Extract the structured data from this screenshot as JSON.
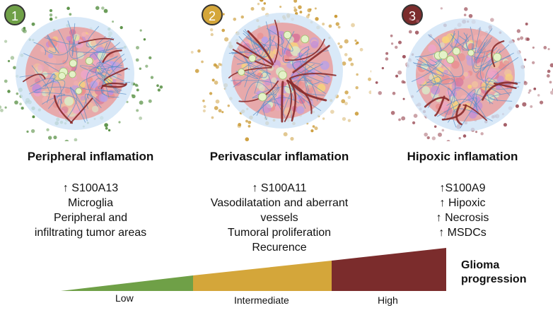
{
  "colors": {
    "green": "#6fa047",
    "gold": "#d4a63a",
    "maroon": "#7b2c2c",
    "vessel": "#8a2a2a",
    "mesh": "#5b8fc7",
    "tumor_bg": "#e7a6a6"
  },
  "panels": [
    {
      "number": "1",
      "title": "Peripheral  inflamation",
      "lines": [
        "↑ S100A13",
        "Microglia",
        "Peripheral and",
        "infiltrating  tumor areas"
      ]
    },
    {
      "number": "2",
      "title": "Perivascular inflamation",
      "lines": [
        "↑ S100A11",
        "Vasodilatation and aberrant",
        "vessels",
        "Tumoral proliferation",
        "Recurence"
      ]
    },
    {
      "number": "3",
      "title": "Hipoxic inflamation",
      "lines": [
        "↑S100A9",
        "↑ Hipoxic",
        "↑ Necrosis",
        "↑ MSDCs"
      ]
    }
  ],
  "progression": {
    "label_line1": "Glioma",
    "label_line2": "progression",
    "levels": [
      "Low",
      "Intermediate",
      "High"
    ]
  }
}
